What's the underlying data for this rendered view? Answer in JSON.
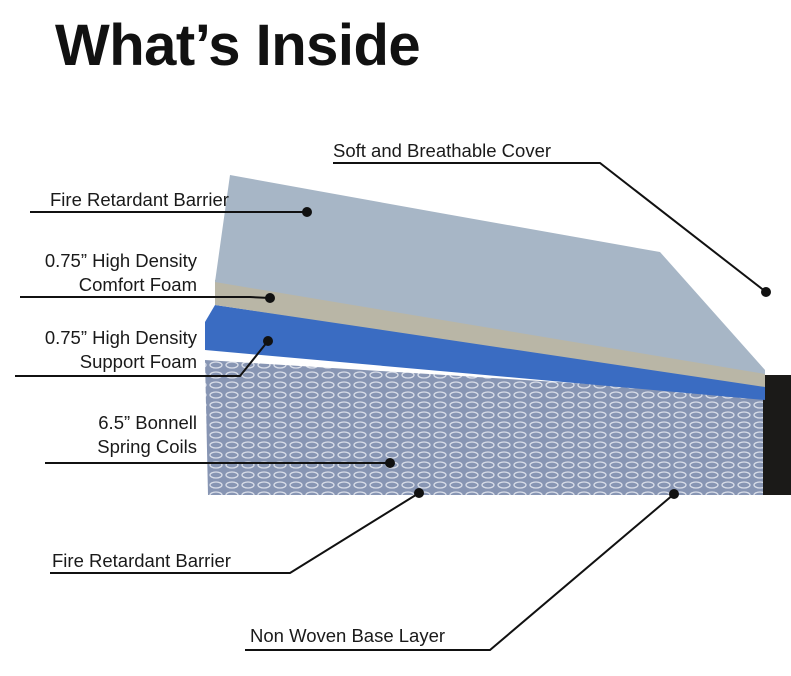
{
  "title": "What’s Inside",
  "labels": {
    "cover": "Soft and Breathable Cover",
    "fire_top": "Fire Retardant Barrier",
    "comfort_1": "0.75” High Density",
    "comfort_2": "Comfort Foam",
    "support_1": "0.75” High Density",
    "support_2": "Support Foam",
    "coils_1": "6.5” Bonnell",
    "coils_2": "Spring Coils",
    "fire_bottom": "Fire Retardant Barrier",
    "base": "Non Woven Base Layer"
  },
  "colors": {
    "cover": "#a7b6c6",
    "comfort": "#b9b6a6",
    "support": "#3a6cc2",
    "coils": "#8f9db8",
    "base": "#1b1a18"
  }
}
